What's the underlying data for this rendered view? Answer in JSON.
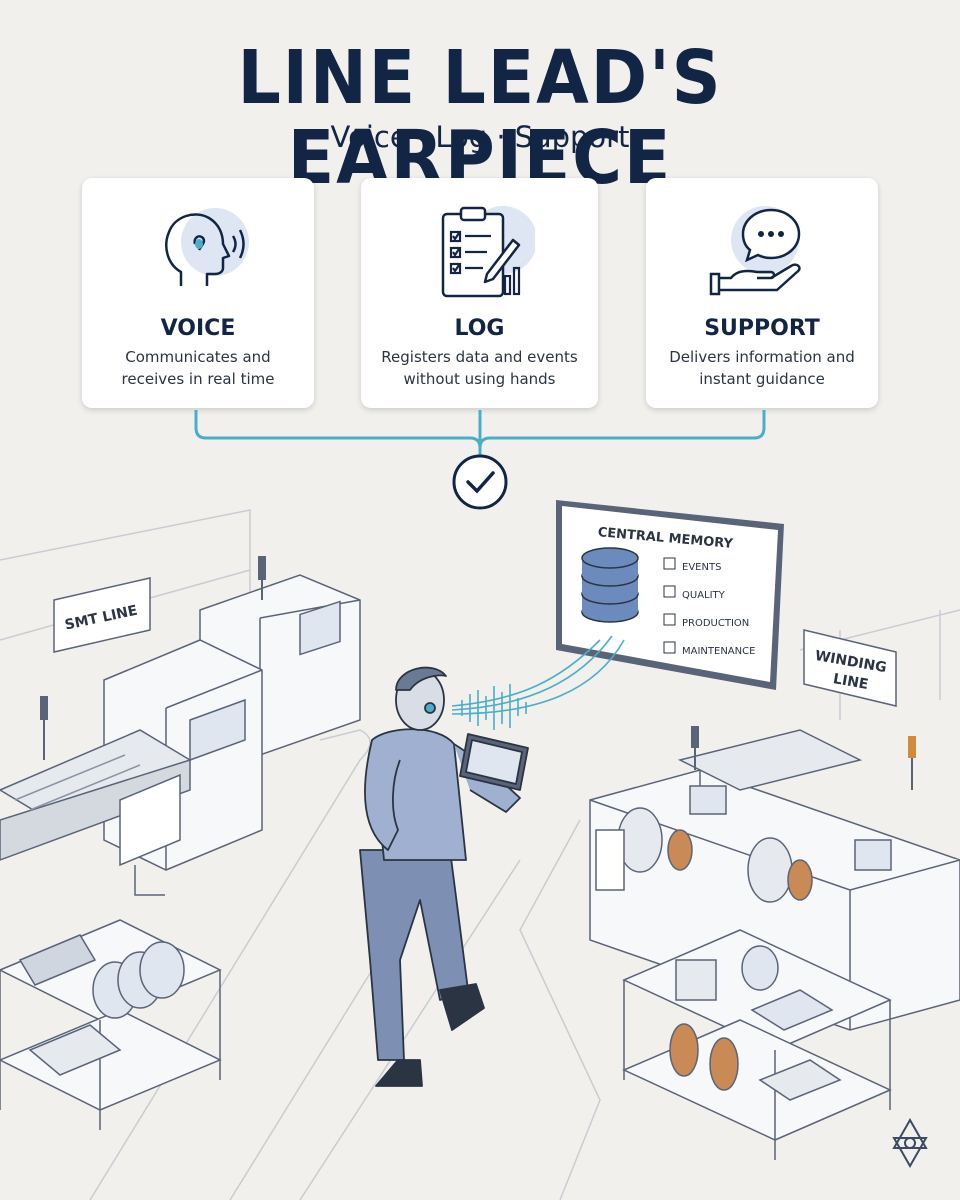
{
  "header": {
    "title": "LINE LEAD'S EARPIECE",
    "subtitle": "Voice · Log · Support"
  },
  "cards": [
    {
      "title": "VOICE",
      "description": "Communicates and receives in real time",
      "icon": "head-sound-icon"
    },
    {
      "title": "LOG",
      "description": "Registers data and events without using hands",
      "icon": "clipboard-checklist-icon"
    },
    {
      "title": "SUPPORT",
      "description": "Delivers information and instant guidance",
      "icon": "hand-chat-icon"
    }
  ],
  "scene": {
    "smt_sign": "SMT LINE",
    "winding_sign": [
      "WINDING",
      "LINE"
    ],
    "memory": {
      "title": "CENTRAL MEMORY",
      "items": [
        "EVENTS",
        "QUALITY",
        "PRODUCTION",
        "MAINTENANCE"
      ]
    }
  },
  "colors": {
    "navy": "#122545",
    "accent_teal": "#4aaec8",
    "background": "#f2f0ec",
    "worker_blue": "#9fb0d0"
  }
}
